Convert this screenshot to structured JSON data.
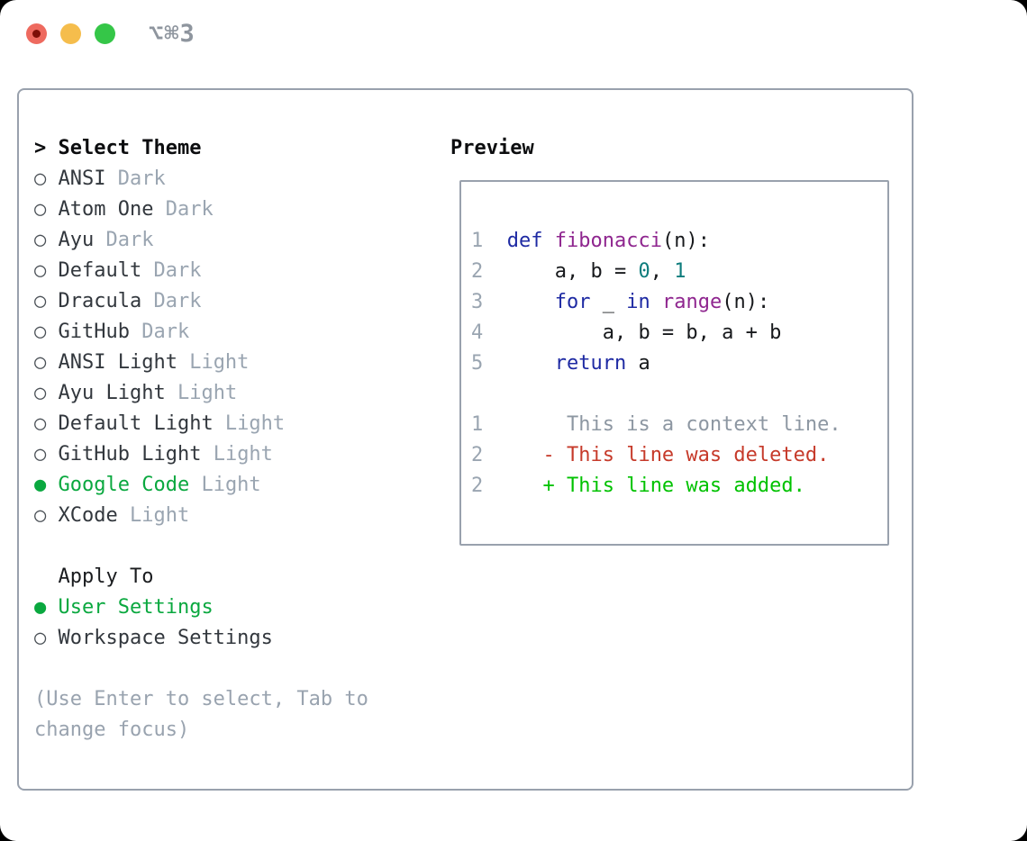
{
  "window": {
    "title": "⌥⌘3",
    "traffic_lights": [
      {
        "name": "close",
        "color": "#ee6a5f",
        "has_dot": true
      },
      {
        "name": "minimize",
        "color": "#f5bd4c",
        "has_dot": false
      },
      {
        "name": "zoom",
        "color": "#35c648",
        "has_dot": false
      }
    ]
  },
  "markers": {
    "unselected": "○",
    "selected": "●"
  },
  "theme_panel": {
    "header": {
      "prefix": ">",
      "label": "Select Theme"
    },
    "themes": [
      {
        "name": "ANSI",
        "variant": "Dark",
        "selected": false
      },
      {
        "name": "Atom One",
        "variant": "Dark",
        "selected": false
      },
      {
        "name": "Ayu",
        "variant": "Dark",
        "selected": false
      },
      {
        "name": "Default",
        "variant": "Dark",
        "selected": false
      },
      {
        "name": "Dracula",
        "variant": "Dark",
        "selected": false
      },
      {
        "name": "GitHub",
        "variant": "Dark",
        "selected": false
      },
      {
        "name": "ANSI Light",
        "variant": "Light",
        "selected": false
      },
      {
        "name": "Ayu Light",
        "variant": "Light",
        "selected": false
      },
      {
        "name": "Default Light",
        "variant": "Light",
        "selected": false
      },
      {
        "name": "GitHub Light",
        "variant": "Light",
        "selected": false
      },
      {
        "name": "Google Code",
        "variant": "Light",
        "selected": true
      },
      {
        "name": "XCode",
        "variant": "Light",
        "selected": false
      }
    ],
    "apply_to": {
      "label": "Apply To",
      "options": [
        {
          "name": "User Settings",
          "selected": true
        },
        {
          "name": "Workspace Settings",
          "selected": false
        }
      ]
    },
    "hint": "(Use Enter to select, Tab to change focus)"
  },
  "preview": {
    "label": "Preview",
    "code_lines": [
      {
        "num": "1",
        "segments": [
          {
            "t": "def",
            "c": "kw"
          },
          {
            "t": " ",
            "c": "pln"
          },
          {
            "t": "fibonacci",
            "c": "fn"
          },
          {
            "t": "(n):",
            "c": "pln"
          }
        ]
      },
      {
        "num": "2",
        "segments": [
          {
            "t": "    a, b = ",
            "c": "pln"
          },
          {
            "t": "0",
            "c": "lit"
          },
          {
            "t": ", ",
            "c": "pln"
          },
          {
            "t": "1",
            "c": "lit"
          }
        ]
      },
      {
        "num": "3",
        "segments": [
          {
            "t": "    ",
            "c": "pln"
          },
          {
            "t": "for",
            "c": "kw"
          },
          {
            "t": " _ ",
            "c": "pln"
          },
          {
            "t": "in",
            "c": "kw"
          },
          {
            "t": " ",
            "c": "pln"
          },
          {
            "t": "range",
            "c": "fn"
          },
          {
            "t": "(n):",
            "c": "pln"
          }
        ]
      },
      {
        "num": "4",
        "segments": [
          {
            "t": "        a, b = b, a + b",
            "c": "pln"
          }
        ]
      },
      {
        "num": "5",
        "segments": [
          {
            "t": "    ",
            "c": "pln"
          },
          {
            "t": "return",
            "c": "kw"
          },
          {
            "t": " a",
            "c": "pln"
          }
        ]
      }
    ],
    "diff_lines": [
      {
        "num": "1",
        "sign": " ",
        "text": "This is a context line.",
        "type": "context"
      },
      {
        "num": "2",
        "sign": "-",
        "text": "This line was deleted.",
        "type": "deleted"
      },
      {
        "num": "2",
        "sign": "+",
        "text": "This line was added.",
        "type": "added"
      }
    ]
  },
  "colors": {
    "selected_green": "#0aa83f",
    "added_green": "#00c200",
    "deleted_red": "#c63a2a",
    "context_gray": "#8d97a2",
    "line_number": "#9aa5b1",
    "keyword": "#1e2aa3",
    "function": "#8f268f",
    "literal": "#0d7c7c",
    "plain": "#17191c",
    "variant_gray": "#9aa5b1",
    "border_gray": "#99a1ad",
    "hint_gray": "#99a3af",
    "traffic_red": "#ee6a5f",
    "traffic_yellow": "#f5bd4c",
    "traffic_green": "#35c648"
  }
}
